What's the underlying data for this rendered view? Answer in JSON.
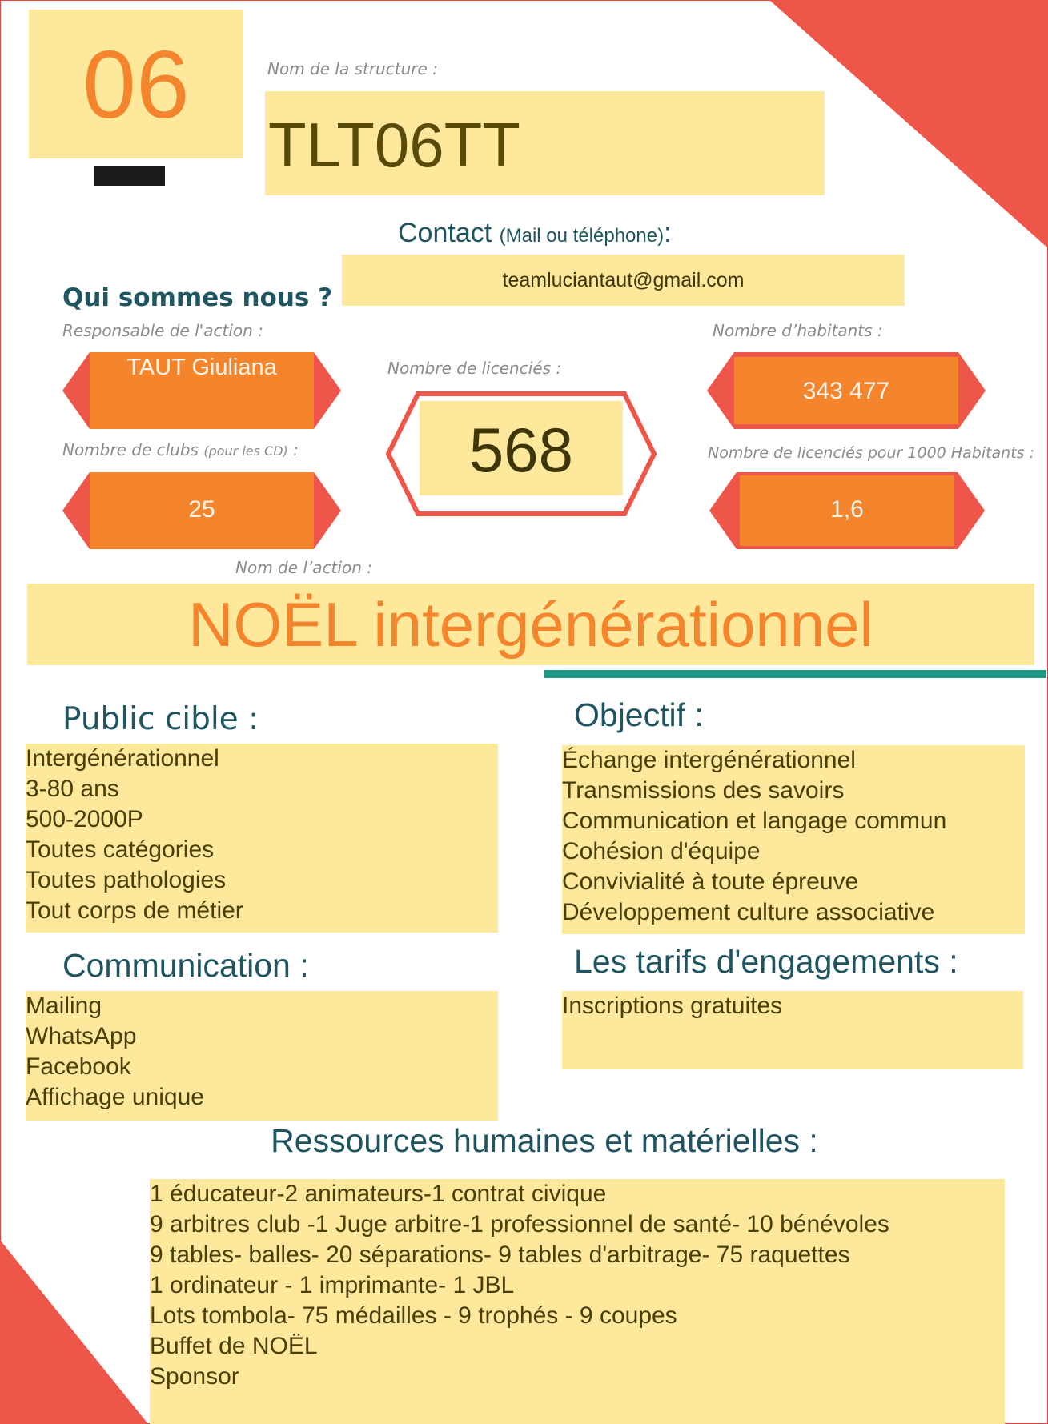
{
  "department": {
    "number": "06"
  },
  "structure": {
    "label": "Nom de la structure :",
    "name": "TLT06TT"
  },
  "contact": {
    "label_main": "Contact",
    "label_sub": "(Mail ou téléphone)",
    "label_colon": ":",
    "value": "teamluciantaut@gmail.com"
  },
  "about": {
    "title": "Qui sommes nous ?",
    "responsable_label": "Responsable de l'action :",
    "responsable_value": "TAUT Giuliana",
    "clubs_label_main": "Nombre de clubs",
    "clubs_label_sub": "(pour les CD)",
    "clubs_label_colon": ":",
    "clubs_value": "25",
    "licencies_label": "Nombre de licenciés :",
    "licencies_value": "568",
    "habitants_label": "Nombre d’habitants :",
    "habitants_value": "343 477",
    "ratio_label": "Nombre de licenciés pour 1000 Habitants :",
    "ratio_value": "1,6"
  },
  "action": {
    "label": "Nom de l’action :",
    "name": "NOËL intergénérationnel"
  },
  "public": {
    "title": "Public cible :",
    "items": [
      "Intergénérationnel",
      "3-80 ans",
      "500-2000P",
      "Toutes catégories",
      "Toutes pathologies",
      "Tout corps de métier"
    ]
  },
  "objectif": {
    "title": "Objectif :",
    "items": [
      "Échange intergénérationnel",
      "Transmissions des savoirs",
      "Communication et langage commun",
      "Cohésion d'équipe",
      "Convivialité à toute épreuve",
      "Développement culture associative"
    ]
  },
  "communication": {
    "title": "Communication :",
    "items": [
      "Mailing",
      "WhatsApp",
      "Facebook",
      "Affichage unique"
    ]
  },
  "tarifs": {
    "title": "Les tarifs d'engagements :",
    "items": [
      "Inscriptions gratuites"
    ]
  },
  "ressources": {
    "title": "Ressources humaines et matérielles :",
    "items": [
      "1 éducateur-2 animateurs-1 contrat civique",
      "9 arbitres club -1 Juge arbitre-1 professionnel de santé- 10 bénévoles",
      "9 tables- balles- 20 séparations- 9 tables d'arbitrage- 75 raquettes",
      "1 ordinateur - 1 imprimante- 1 JBL",
      "Lots tombola- 75 médailles - 9 trophés - 9 coupes",
      "Buffet de NOËL",
      "Sponsor"
    ]
  },
  "colors": {
    "accent_red": "#ef564a",
    "accent_orange": "#f4852d",
    "box_yellow": "#fde89b",
    "teal": "#1f5560",
    "teal_line": "#1f9a86"
  }
}
